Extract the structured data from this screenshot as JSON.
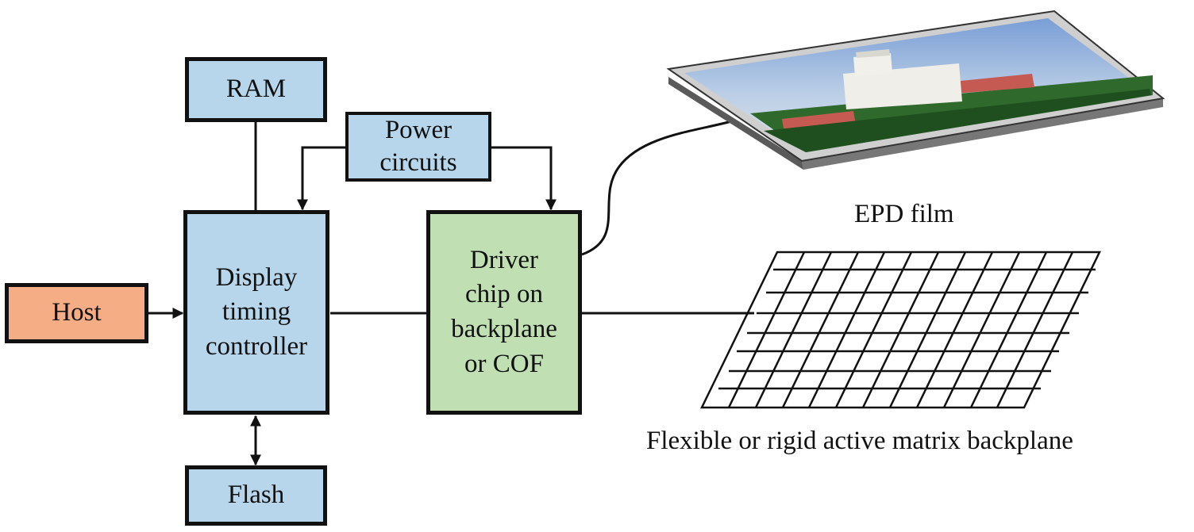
{
  "diagram": {
    "blocks": {
      "ram": "RAM",
      "power": [
        "Power",
        "circuits"
      ],
      "host": "Host",
      "controller": [
        "Display",
        "timing",
        "controller"
      ],
      "driver": [
        "Driver",
        "chip on",
        "backplane",
        "or COF"
      ],
      "flash": "Flash"
    },
    "labels": {
      "epd_film": "EPD film",
      "backplane": "Flexible or rigid active matrix backplane"
    },
    "colors": {
      "block_blue": "#b7d6ec",
      "block_green": "#c0e0b4",
      "block_orange": "#f4ad85",
      "outline": "#111111"
    }
  }
}
